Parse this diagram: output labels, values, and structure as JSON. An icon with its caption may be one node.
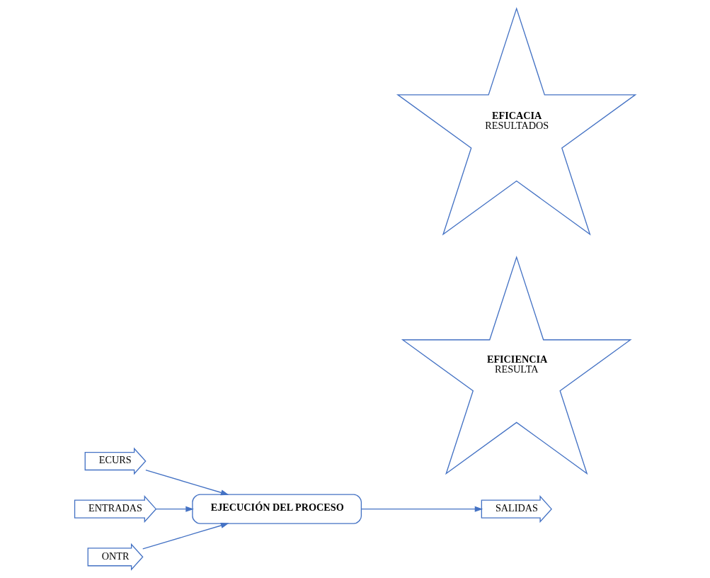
{
  "diagram": {
    "nodes": [
      {
        "text": [
          "ECURS"
        ]
      },
      {
        "text": [
          "EFICIENCIA",
          "RESULTA"
        ]
      },
      {
        "text": [
          "ENTRADAS"
        ]
      },
      {
        "text": [
          "EJECUCIÓN DEL PROCESO"
        ]
      },
      {
        "text": [
          "SALIDAS"
        ]
      },
      {
        "text": [
          "EFICACIA",
          "RESULTADOS"
        ]
      },
      {
        "text": [
          "ONTR"
        ]
      }
    ],
    "edges": [
      {
        "from": 0,
        "to": 3,
        "arrow": "to"
      },
      {
        "from": 2,
        "to": 3,
        "arrow": "to"
      },
      {
        "from": 6,
        "to": 3,
        "arrow": "to"
      },
      {
        "from": 3,
        "to": 4,
        "arrow": "to"
      }
    ]
  }
}
